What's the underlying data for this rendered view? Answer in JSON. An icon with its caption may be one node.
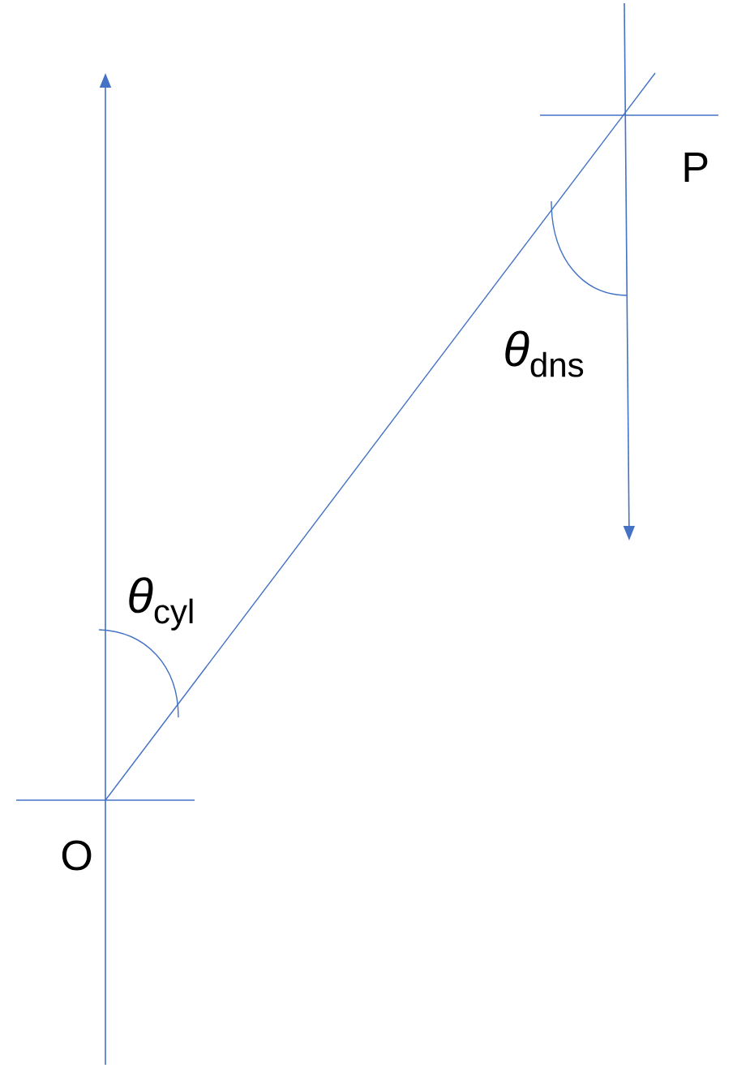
{
  "diagram": {
    "labels": [
      "*θ*$_{cyl}$",
      "*θ*$_{dns}$",
      "O",
      "P"
    ]
  }
}
